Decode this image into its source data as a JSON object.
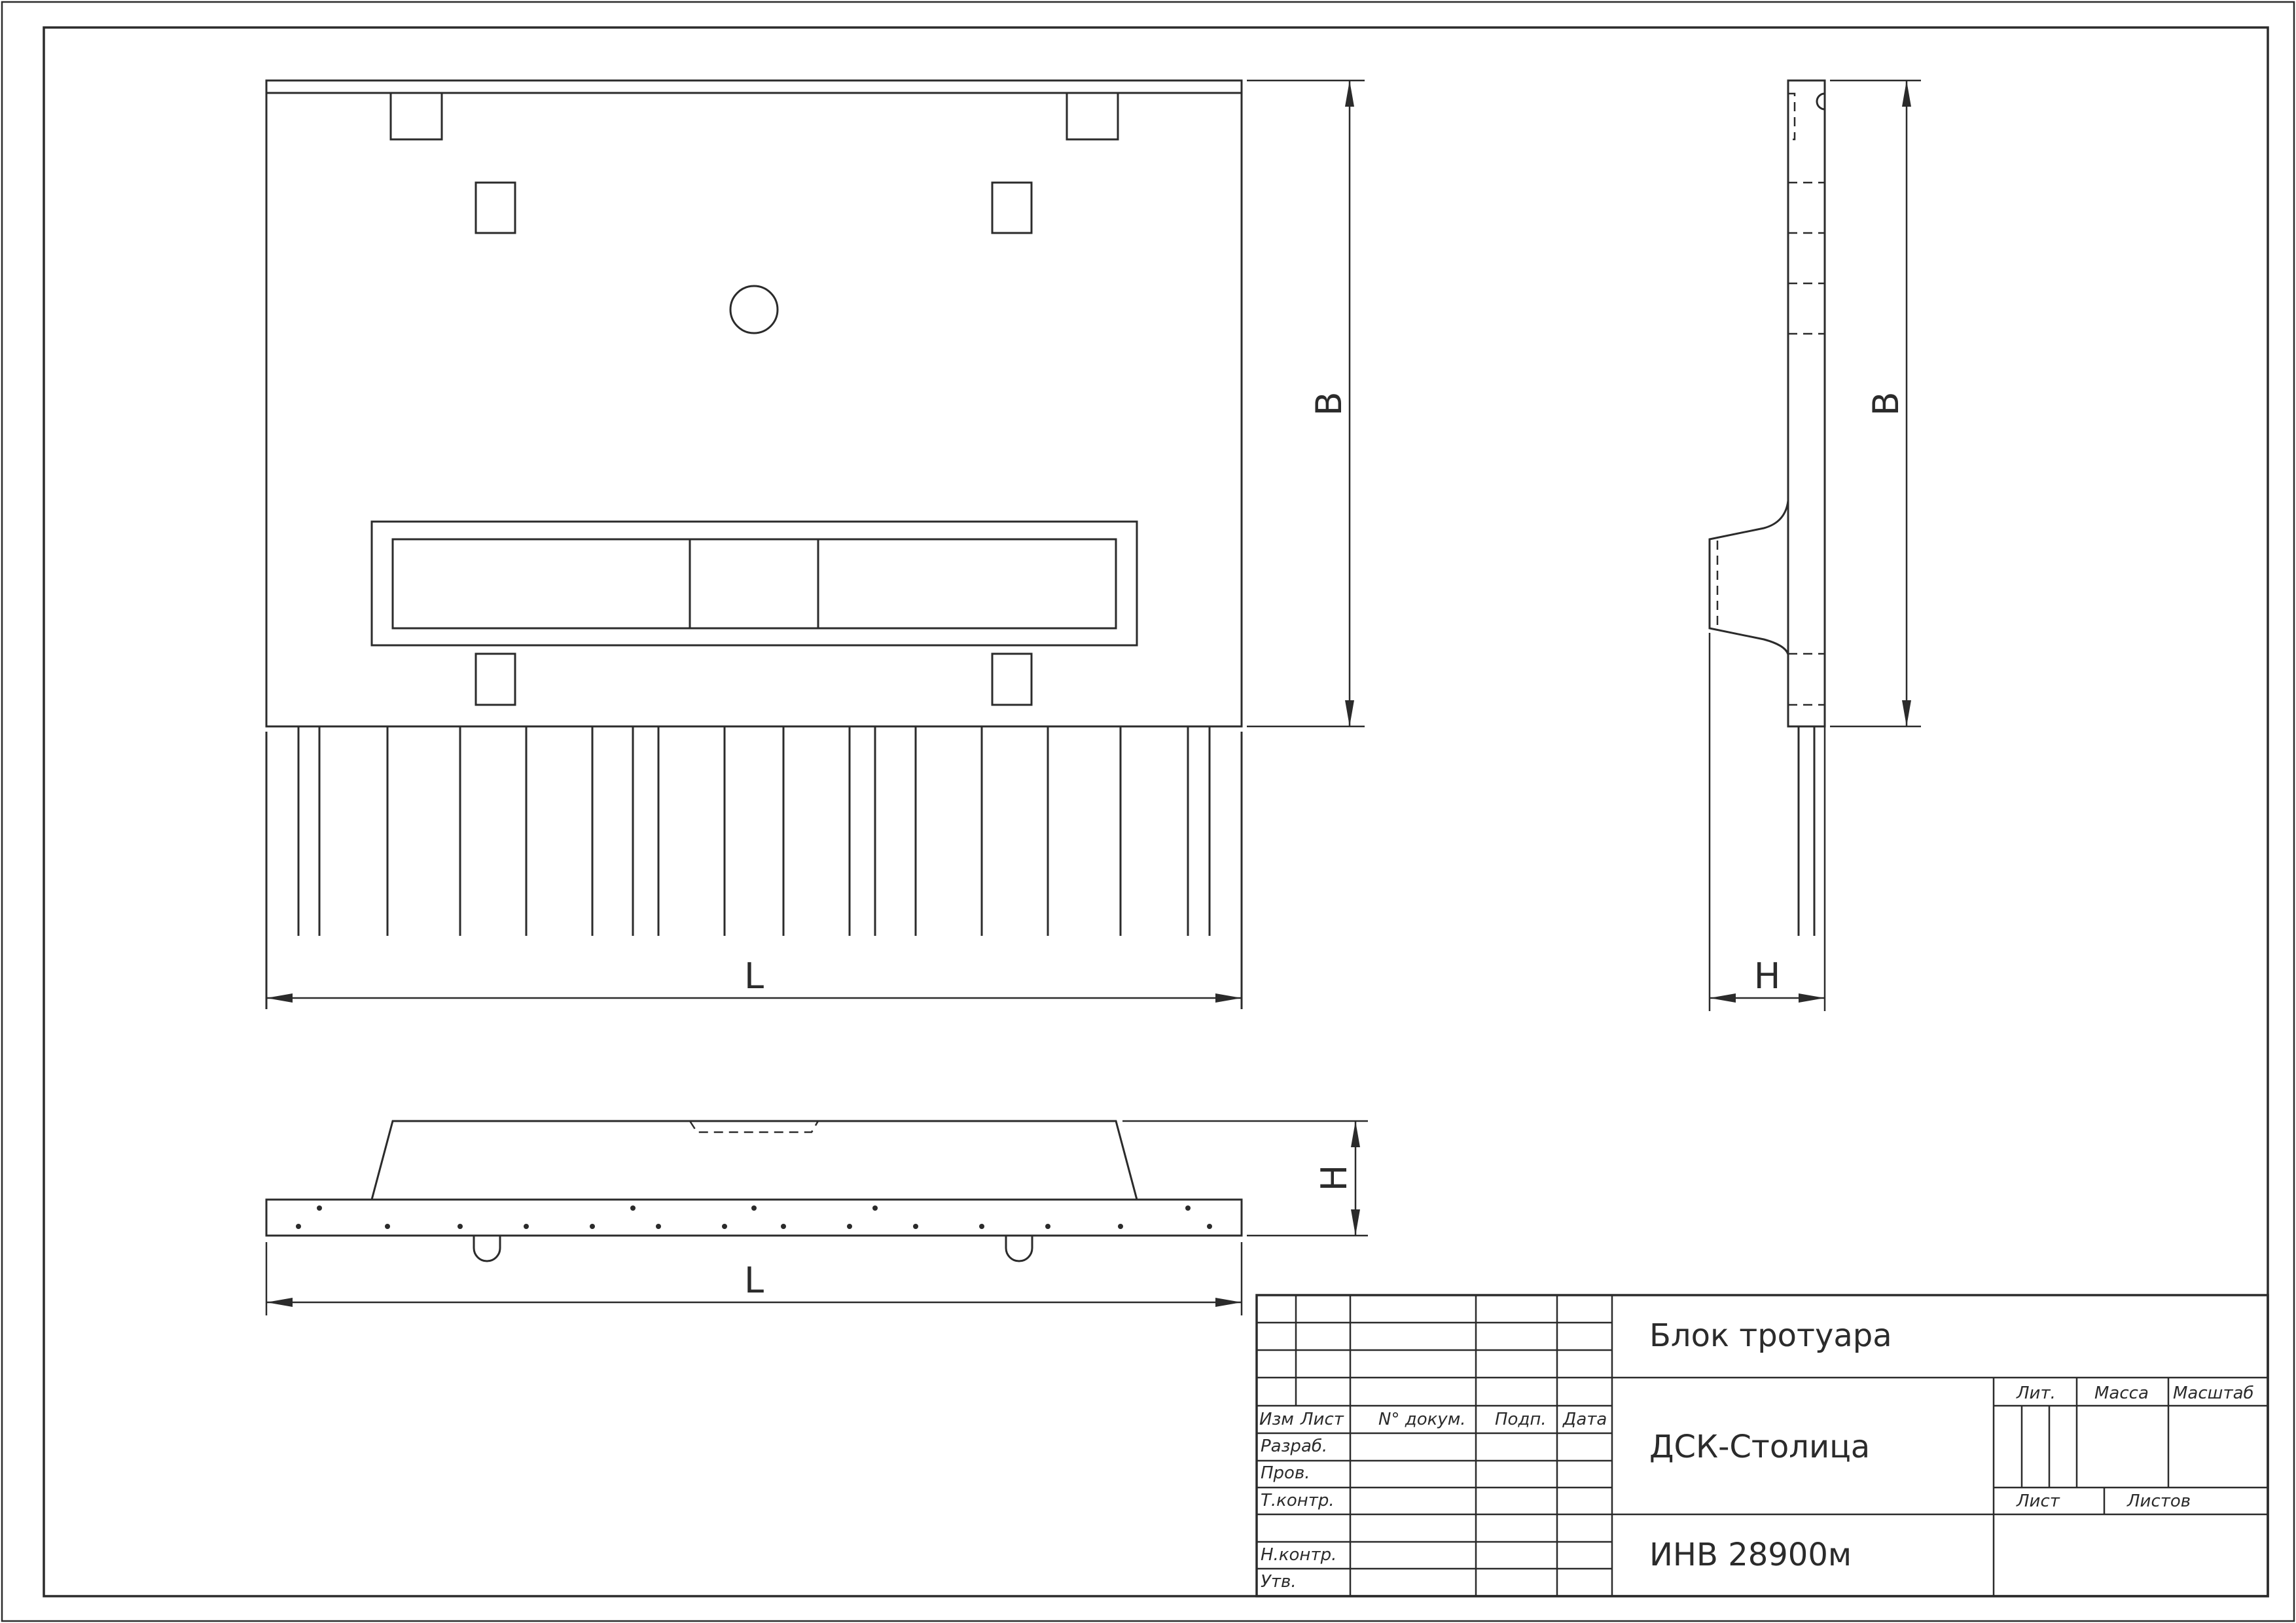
{
  "dimensions": {
    "length": "L",
    "width": "B",
    "height": "H"
  },
  "title_block": {
    "product_name": "Блок тротуара",
    "organization": "ДСК-Столица",
    "inventory_number": "ИНВ 28900м",
    "column_headers": {
      "izm": "Изм",
      "list": "Лист",
      "doc_no": "N° докум.",
      "sign": "Подп.",
      "date": "Дата"
    },
    "role_rows": {
      "developed": "Разраб.",
      "checked": "Пров.",
      "tech_control": "Т.контр.",
      "norm_control": "Н.контр.",
      "approved": "Утв."
    },
    "info_headers": {
      "letter": "Лит.",
      "mass": "Масса",
      "scale": "Масштаб",
      "sheet": "Лист",
      "sheets": "Листов"
    }
  }
}
